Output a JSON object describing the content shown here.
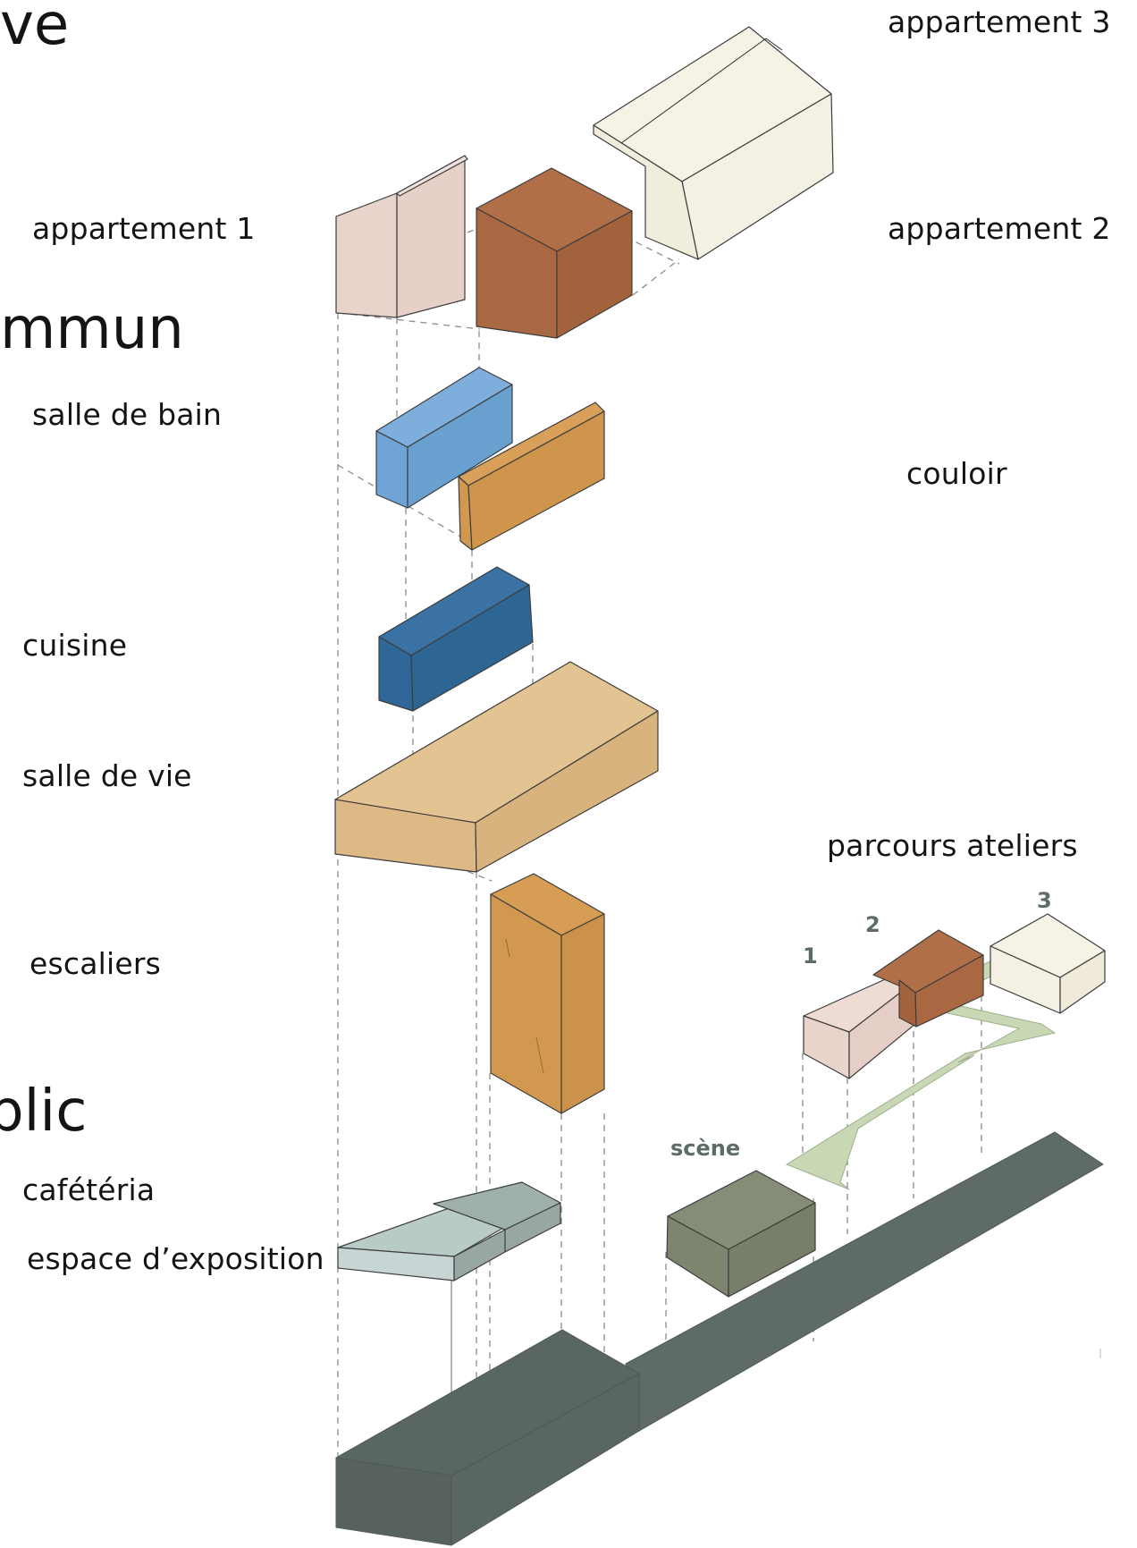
{
  "headings": {
    "privative": "ve",
    "commun": "mmun",
    "public": "blic"
  },
  "labels": {
    "appartement_1": "appartement 1",
    "appartement_2": "appartement 2",
    "appartement_3": "appartement 3",
    "salle_de_bain": "salle de bain",
    "couloir": "couloir",
    "cuisine": "cuisine",
    "salle_de_vie": "salle de vie",
    "escaliers": "escaliers",
    "cafeteria": "cafétéria",
    "espace_exposition": "espace d’exposition",
    "parcours_ateliers": "parcours ateliers",
    "scene": "scène"
  },
  "atelier_numbers": [
    "1",
    "2",
    "3"
  ],
  "colors": {
    "pink": "#e9d4cc",
    "rust": "#a96841",
    "cream": "#f4f1e4",
    "light_blue": "#6fa3d3",
    "ochre": "#d29850",
    "dark_blue": "#2f6898",
    "sand": "#ddb985",
    "exposition": "#c7d6d4",
    "cafeteria": "#9aaba3",
    "scene": "#7d856f",
    "ground": "#5c6866",
    "path": "#c8d7b4"
  }
}
